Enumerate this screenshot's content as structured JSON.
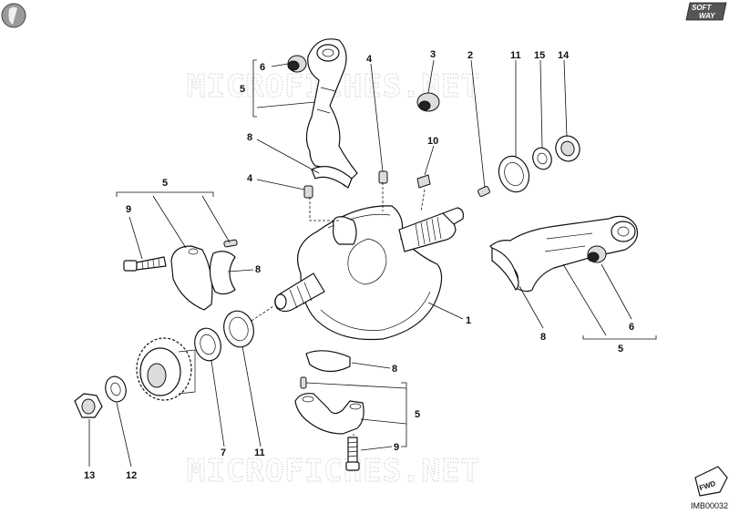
{
  "watermark": {
    "top": "MICROFICHES.NET",
    "bottom": "MICROFICHES.NET"
  },
  "logo": {
    "line1": "SOFT",
    "line2": "WAY"
  },
  "fwd_badge": "FWD",
  "image_code": "IMB00032",
  "callouts": {
    "c1": "1",
    "c2": "2",
    "c3": "3",
    "c4a": "4",
    "c4b": "4",
    "c5_top": "5",
    "c5_left": "5",
    "c5_right": "5",
    "c5_bottom": "5",
    "c6_top": "6",
    "c6_right": "6",
    "c7": "7",
    "c8_top": "8",
    "c8_left": "8",
    "c8_right": "8",
    "c8_bottom": "8",
    "c9_left": "9",
    "c9_bottom": "9",
    "c10": "10",
    "c11_top": "11",
    "c11_bottom": "11",
    "c12": "12",
    "c13": "13",
    "c14": "14",
    "c15": "15"
  }
}
